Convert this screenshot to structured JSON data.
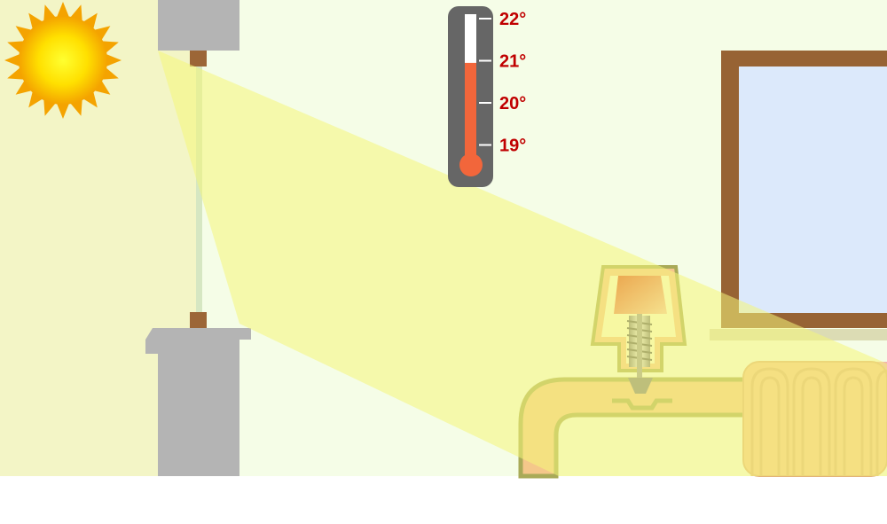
{
  "thermometer": {
    "scale_labels": [
      "22°",
      "21°",
      "20°",
      "19°"
    ],
    "level_fraction_of_scale": 0.65,
    "label_color": "#c00000"
  },
  "colors": {
    "outdoor_wall": "#f3f5c6",
    "room_background": "#f5fde7",
    "sunbeam": "#f8f9a6",
    "wall_block": "#b4b4b4",
    "window_frame": "#976334",
    "window_glass": "#dce9fb",
    "window_sill": "#dcdcb4",
    "pipe": "#f4c78a",
    "pipe_outline": "#a9aa58",
    "radiator": "#f5c58d",
    "thermostat_sensor": "#e8764a",
    "hot_water_pink": "#f2b1ae"
  }
}
